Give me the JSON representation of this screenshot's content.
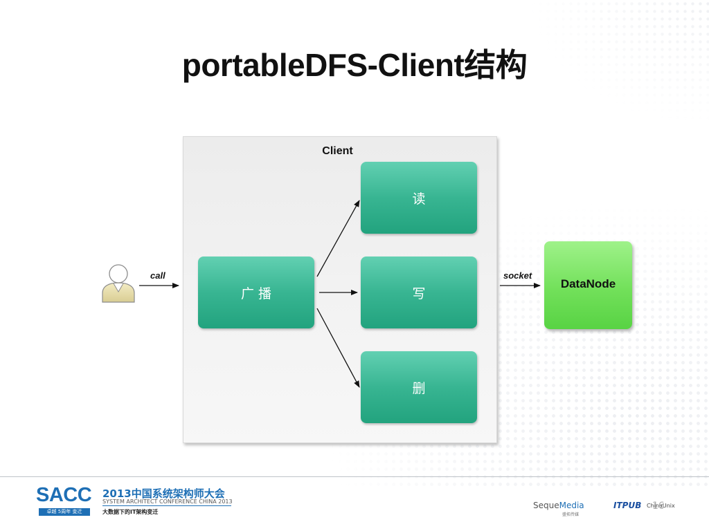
{
  "slide": {
    "title": "portableDFS-Client结构",
    "page_number": "16"
  },
  "diagram": {
    "client_label": "Client",
    "nodes": {
      "broadcast": "广 播",
      "read": "读",
      "write": "写",
      "delete": "删",
      "datanode": "DataNode"
    },
    "edges": {
      "call": "call",
      "socket": "socket"
    },
    "colors": {
      "node_fill": "#38b592",
      "datanode_fill": "#72e05a",
      "client_fill": "#f0f0f0"
    }
  },
  "footer": {
    "logo": "SACC",
    "logo_sub": "卓越 5周年 变迁",
    "conference_cn": "2013中国系统架构师大会",
    "conference_en": "SYSTEM ARCHITECT CONFERENCE CHINA 2013",
    "slogan": "大数据下的IT架构变迁",
    "sponsor_1": "Seque",
    "sponsor_1_accent": "Media",
    "sponsor_1_sub": "盛拓传媒",
    "sponsor_2": "ITPUB",
    "sponsor_3": "ChinaUnix"
  }
}
